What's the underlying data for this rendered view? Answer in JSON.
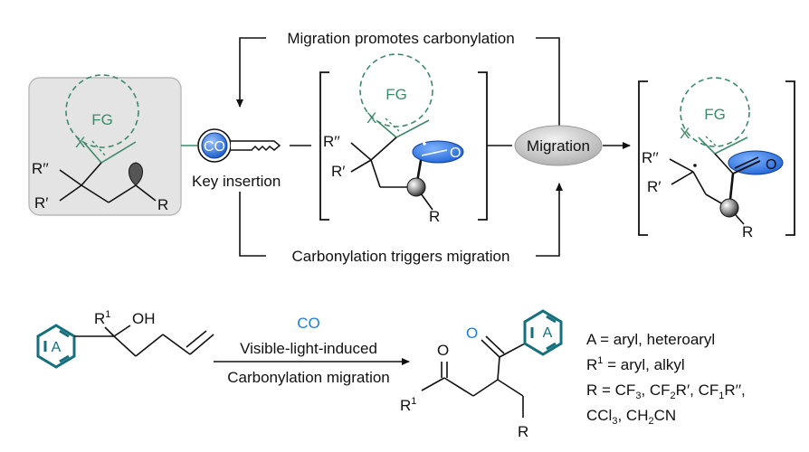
{
  "colors": {
    "green": "#3d8a6a",
    "teal": "#14707e",
    "blue_accent": "#1e6fe0",
    "carbonyl_o": "#1d7fd6",
    "box_fill": "#e4e4e4",
    "migration_fill": "#cfcfcf"
  },
  "top_scheme": {
    "top_arrow_label": "Migration promotes carbonylation",
    "bottom_arrow_label": "Carbonylation triggers migration",
    "key_badge": "CO",
    "key_label": "Key insertion",
    "migration_label": "Migration",
    "substrate": {
      "fg": "FG",
      "x": "X",
      "r_dprime": "R′′",
      "r_prime": "R′",
      "r": "R"
    },
    "intermediate": {
      "fg": "FG",
      "x": "X",
      "r_dprime": "R′′",
      "r_prime": "R′",
      "o": "O",
      "r": "R"
    },
    "product": {
      "fg": "FG",
      "x": "X",
      "r_dprime": "R′′",
      "r_prime": "R′",
      "o": "O",
      "r": "R"
    }
  },
  "bottom_scheme": {
    "reactant": {
      "r1": "R",
      "r1_sup": "1",
      "oh": "OH",
      "ring": "A"
    },
    "reagent": "CO",
    "condition_1": "Visible-light-induced",
    "condition_2": "Carbonylation migration",
    "product": {
      "o1": "O",
      "o2": "O",
      "r1": "R",
      "r1_sup": "1",
      "r": "R",
      "ring": "A"
    },
    "notes": {
      "a_def": "A = aryl, heteroaryl",
      "r1_label": "R",
      "r1_sup": "1",
      "r1_def": " = aryl, alkyl",
      "r_line1": [
        "R = CF",
        "3",
        ", CF",
        "2",
        "R′, CF",
        "1",
        "R′′,"
      ],
      "r_line2": [
        "CCl",
        "3",
        ", CH",
        "2",
        "CN"
      ]
    }
  }
}
